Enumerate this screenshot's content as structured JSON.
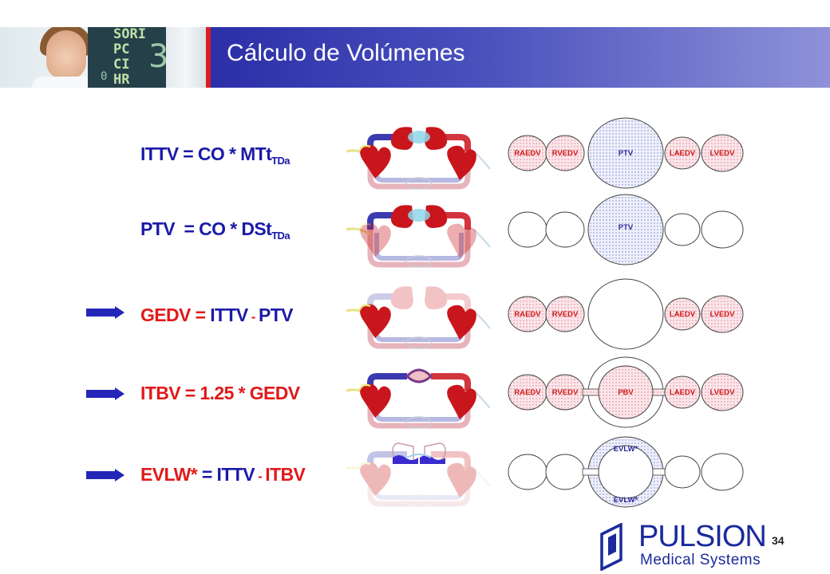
{
  "header": {
    "title": "Cálculo de Volúmenes",
    "monitor_lines": [
      "SORI",
      "PC",
      "CI",
      "HR"
    ],
    "monitor_big": "3",
    "monitor_zero": "0"
  },
  "formulas": [
    {
      "lhs": "ITTV",
      "eq": " = CO * MTt",
      "sub": "TDa"
    },
    {
      "lhs": "PTV",
      "eq": "  = CO * DSt",
      "sub": "TDa"
    },
    {
      "lhs": "GEDV",
      "eq": " = ",
      "a": "ITTV",
      "op": " - ",
      "b": "PTV"
    },
    {
      "lhs": "ITBV",
      "eq": " = 1.25 * GEDV"
    },
    {
      "lhs": "EVLW*",
      "eq": " = ",
      "a": "ITTV",
      "op": " - ",
      "b": "ITBV"
    }
  ],
  "chambers": {
    "raedv": "RAEDV",
    "rvedv": "RVEDV",
    "ptv": "PTV",
    "laedv": "LAEDV",
    "lvedv": "LVEDV",
    "pbv": "PBV",
    "evlw": "EVLW*"
  },
  "footer": {
    "page_number": "34",
    "brand": "PULSION",
    "brand_sub": "Medical Systems"
  },
  "colors": {
    "title_bar_start": "#2b2ea8",
    "title_bar_end": "#8f92d8",
    "formula_blue": "#1a1aa8",
    "formula_red": "#e01a1a",
    "brand_blue": "#1a2a9c"
  }
}
